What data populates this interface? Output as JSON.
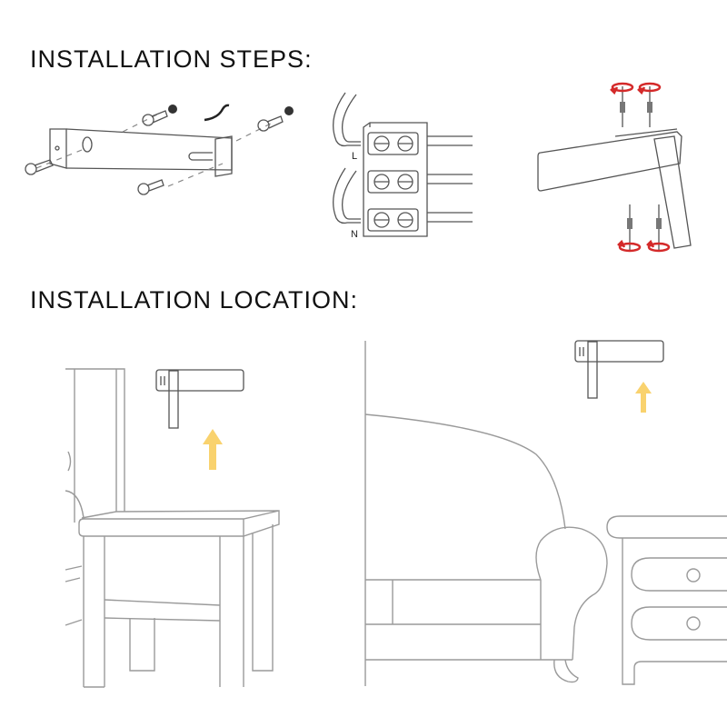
{
  "sections": {
    "steps": {
      "heading": "INSTALLATION STEPS:",
      "panels": [
        {
          "name": "bracket-assembly",
          "description": "Wall bracket with screws and wall anchors"
        },
        {
          "name": "wiring-terminal-block",
          "labels": {
            "live": "L",
            "neutral": "N"
          }
        },
        {
          "name": "fixture-screw-mount",
          "description": "Screws with rotation arrows"
        }
      ]
    },
    "location": {
      "heading": "INSTALLATION LOCATION:",
      "scenes": [
        {
          "name": "bedside-chair-scene",
          "description": "Lamp mounted on wall above chair"
        },
        {
          "name": "sofa-nightstand-scene",
          "description": "Lamp mounted on wall above sofa and nightstand"
        }
      ]
    }
  },
  "colors": {
    "arrow_up": "#F9D26E",
    "rotation_arrow": "#D42A2A",
    "line_art": "#555555",
    "anchor": "#333333"
  }
}
